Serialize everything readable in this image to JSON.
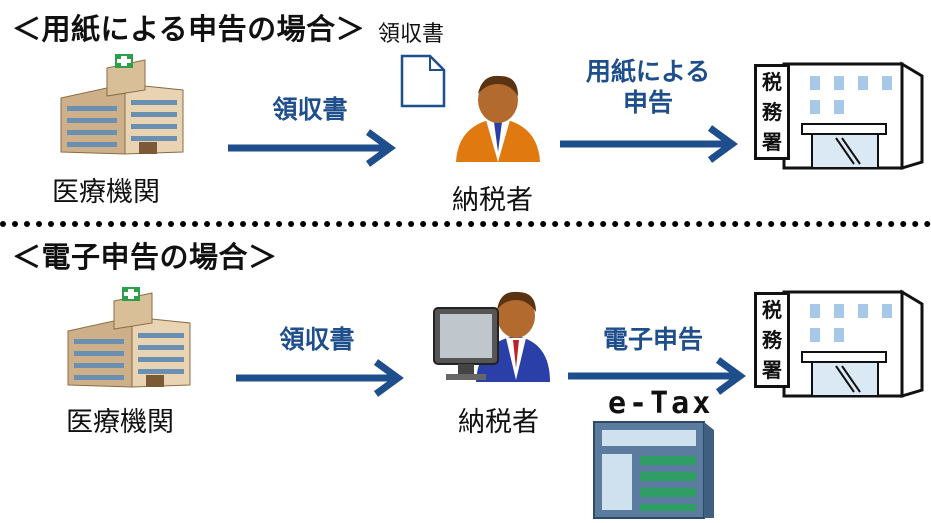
{
  "paper_section": {
    "heading": "＜用紙による申告の場合＞",
    "receipt_doc_label": "領収書",
    "hospital_label": "医療機関",
    "arrow1_label": "領収書",
    "taxpayer_label": "納税者",
    "arrow2_label_line1": "用紙による",
    "arrow2_label_line2": "申告",
    "tax_office_sign": [
      "税",
      "務",
      "署"
    ]
  },
  "electronic_section": {
    "heading": "＜電子申告の場合＞",
    "hospital_label": "医療機関",
    "arrow1_label": "領収書",
    "taxpayer_label": "納税者",
    "arrow2_label": "電子申告",
    "etax_label": "e-Tax",
    "tax_office_sign": [
      "税",
      "務",
      "署"
    ]
  },
  "colors": {
    "arrow": "#1f4e8c",
    "label_blue": "#1f4e8c",
    "suit_orange": "#e07a10",
    "suit_blue": "#2a3fa8",
    "building_frame": "#111111"
  }
}
